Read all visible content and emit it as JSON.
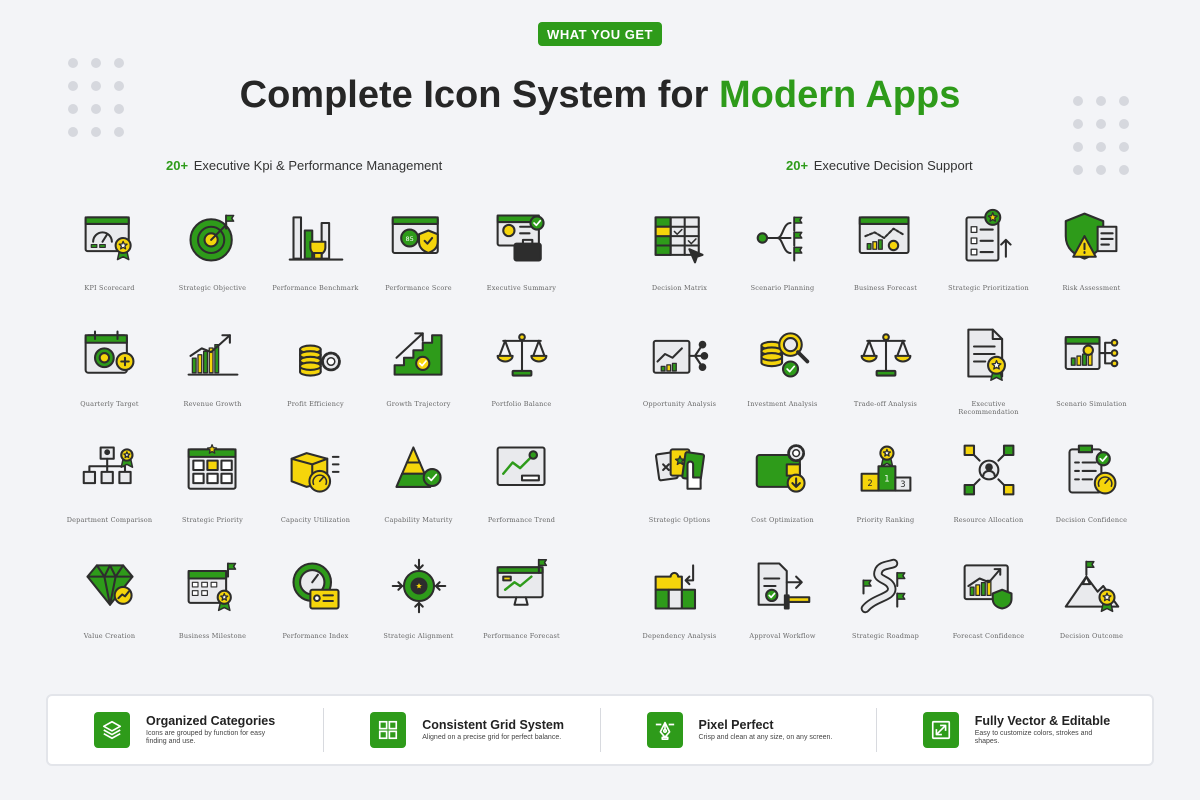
{
  "badge": "WHAT YOU GET",
  "title": {
    "main": "Complete Icon System for ",
    "accent": "Modern Apps"
  },
  "colors": {
    "brand_green": "#2e9b1a",
    "accent_yellow": "#f5d50b",
    "outline": "#2d2d2d",
    "background": "#f3f4f7"
  },
  "sections": [
    {
      "count": "20+",
      "title": "Executive Kpi & Performance Management",
      "items": [
        {
          "label": "KPI Scorecard",
          "icon": "kpi-scorecard-icon"
        },
        {
          "label": "Strategic Objective",
          "icon": "target-icon"
        },
        {
          "label": "Performance Benchmark",
          "icon": "trophy-chart-icon"
        },
        {
          "label": "Performance Score",
          "icon": "score-window-icon"
        },
        {
          "label": "Executive Summary",
          "icon": "briefcase-report-icon"
        },
        {
          "label": "Quarterly Target",
          "icon": "calendar-target-icon"
        },
        {
          "label": "Revenue Growth",
          "icon": "growth-chart-icon"
        },
        {
          "label": "Profit Efficiency",
          "icon": "coins-gear-icon"
        },
        {
          "label": "Growth Trajectory",
          "icon": "stairs-arrow-icon"
        },
        {
          "label": "Portfolio Balance",
          "icon": "scale-icon"
        },
        {
          "label": "Department Comparison",
          "icon": "org-chart-icon"
        },
        {
          "label": "Strategic Priority",
          "icon": "kanban-icon"
        },
        {
          "label": "Capacity Utilization",
          "icon": "box-gauge-icon"
        },
        {
          "label": "Capability Maturity",
          "icon": "pyramid-icon"
        },
        {
          "label": "Performance Trend",
          "icon": "trend-window-icon"
        },
        {
          "label": "Value Creation",
          "icon": "diamond-icon"
        },
        {
          "label": "Business Milestone",
          "icon": "calendar-flag-icon"
        },
        {
          "label": "Performance Index",
          "icon": "gauge-id-icon"
        },
        {
          "label": "Strategic Alignment",
          "icon": "crosshair-icon"
        },
        {
          "label": "Performance Forecast",
          "icon": "monitor-chart-icon"
        }
      ]
    },
    {
      "count": "20+",
      "title": "Executive Decision Support",
      "items": [
        {
          "label": "Decision Matrix",
          "icon": "matrix-icon"
        },
        {
          "label": "Scenario Planning",
          "icon": "branch-flags-icon"
        },
        {
          "label": "Business Forecast",
          "icon": "forecast-window-icon"
        },
        {
          "label": "Strategic Prioritization",
          "icon": "checklist-star-icon"
        },
        {
          "label": "Risk Assessment",
          "icon": "shield-warning-icon"
        },
        {
          "label": "Opportunity Analysis",
          "icon": "chart-network-icon"
        },
        {
          "label": "Investment Analysis",
          "icon": "coins-magnifier-icon"
        },
        {
          "label": "Trade-off Analysis",
          "icon": "scale-icon"
        },
        {
          "label": "Executive Recommendation",
          "icon": "document-ribbon-icon"
        },
        {
          "label": "Scenario Simulation",
          "icon": "dashboard-flow-icon"
        },
        {
          "label": "Strategic Options",
          "icon": "cards-hand-icon"
        },
        {
          "label": "Cost Optimization",
          "icon": "wallet-gear-icon"
        },
        {
          "label": "Priority Ranking",
          "icon": "podium-icon"
        },
        {
          "label": "Resource Allocation",
          "icon": "cubes-user-icon"
        },
        {
          "label": "Decision Confidence",
          "icon": "clipboard-gauge-icon"
        },
        {
          "label": "Dependency Analysis",
          "icon": "puzzle-icon"
        },
        {
          "label": "Approval Workflow",
          "icon": "document-barrier-icon"
        },
        {
          "label": "Strategic Roadmap",
          "icon": "road-flags-icon"
        },
        {
          "label": "Forecast Confidence",
          "icon": "chart-shield-icon"
        },
        {
          "label": "Decision Outcome",
          "icon": "mountain-flag-icon"
        }
      ]
    }
  ],
  "features": [
    {
      "title": "Organized Categories",
      "desc": "Icons are grouped by function for easy finding and use.",
      "icon": "layers-icon"
    },
    {
      "title": "Consistent Grid System",
      "desc": "Aligned on a precise grid for perfect balance.",
      "icon": "grid-icon"
    },
    {
      "title": "Pixel Perfect",
      "desc": "Crisp and clean at any size, on any screen.",
      "icon": "pen-tool-icon"
    },
    {
      "title": "Fully Vector & Editable",
      "desc": "Easy to customize colors, strokes and shapes.",
      "icon": "resize-icon"
    }
  ]
}
